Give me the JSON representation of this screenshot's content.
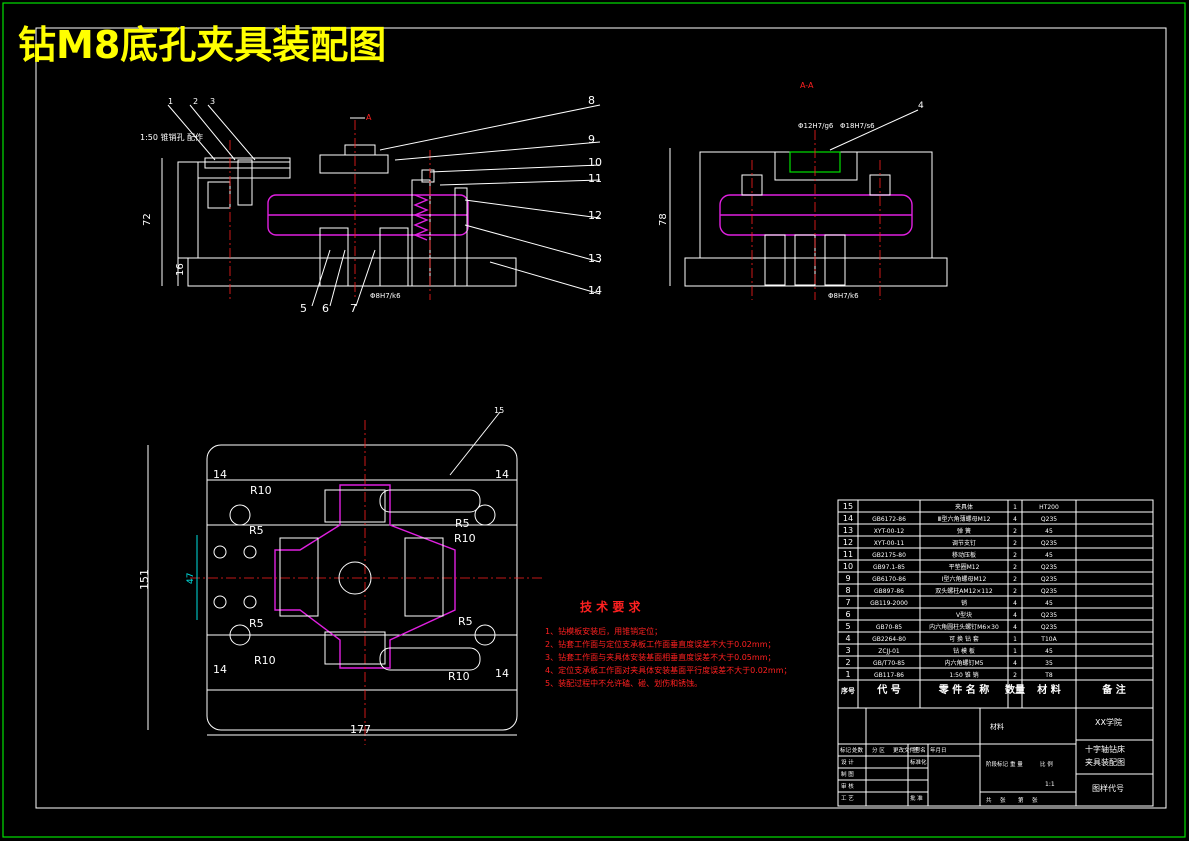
{
  "title": "钻M8底孔夹具装配图",
  "front_view": {
    "balloons": [
      "1",
      "2",
      "3",
      "8",
      "9",
      "10",
      "11",
      "12",
      "13",
      "14",
      "5",
      "6",
      "7"
    ],
    "note": "1:50 锥销孔 配作",
    "dim_72": "72",
    "dim_16": "16",
    "section_mark": "A",
    "fit_label": "Φ8H7/k6"
  },
  "side_view": {
    "section_title": "A-A",
    "fit1": "Φ12H7/g6",
    "fit2": "Φ18H7/s6",
    "balloon": "4",
    "dim_78": "78",
    "fit_bottom": "Φ8H7/k6"
  },
  "plan_view": {
    "balloon": "15",
    "dims": {
      "d14a": "14",
      "d14b": "14",
      "d14c": "14",
      "d14d": "14",
      "r10a": "R10",
      "r10b": "R10",
      "r10c": "R10",
      "r10d": "R10",
      "r5a": "R5",
      "r5b": "R5",
      "r5c": "R5",
      "r5d": "R5",
      "d151": "151",
      "d177": "177",
      "d47": "47"
    }
  },
  "tech_req": {
    "title": "技 术 要 求",
    "items": [
      "1、钻模板安装后，用锥销定位；",
      "2、钻套工作面与定位支承板工作面垂直度误差不大于0.02mm；",
      "3、钻套工作面与夹具体安装基面相垂直度误差不大于0.05mm；",
      "4、定位支承板工作面对夹具体安装基面平行度误差不大于0.02mm；",
      "5、装配过程中不允许磕、碰、划伤和锈蚀。"
    ]
  },
  "bom": {
    "rows": [
      [
        "15",
        "",
        "夹具体",
        "1",
        "HT200",
        ""
      ],
      [
        "14",
        "GB6172-86",
        "Ⅲ型六角薄螺母M12",
        "4",
        "Q235",
        ""
      ],
      [
        "13",
        "XYT-00-12",
        "弹 簧",
        "2",
        "45",
        ""
      ],
      [
        "12",
        "XYT-00-11",
        "调节支钉",
        "2",
        "Q235",
        ""
      ],
      [
        "11",
        "GB2175-80",
        "移动压板",
        "2",
        "45",
        ""
      ],
      [
        "10",
        "GB97.1-85",
        "平垫圈M12",
        "2",
        "Q235",
        ""
      ],
      [
        "9",
        "GB6170-86",
        "Ⅰ型六角螺母M12",
        "2",
        "Q235",
        ""
      ],
      [
        "8",
        "GB897-86",
        "双头螺柱AM12×112",
        "2",
        "Q235",
        ""
      ],
      [
        "7",
        "GB119-2000",
        "销",
        "4",
        "45",
        ""
      ],
      [
        "6",
        "",
        "V型块",
        "4",
        "Q235",
        ""
      ],
      [
        "5",
        "GB70-85",
        "内六角圆柱头螺钉M6×30",
        "4",
        "Q235",
        ""
      ],
      [
        "4",
        "GB2264-80",
        "可 换 钻 套",
        "1",
        "T10A",
        ""
      ],
      [
        "3",
        "ZCJJ-01",
        "钻 模 板",
        "1",
        "45",
        ""
      ],
      [
        "2",
        "GB/T70-85",
        "内六角螺钉M5",
        "4",
        "35",
        ""
      ],
      [
        "1",
        "GB117-86",
        "1:50 锥 销",
        "2",
        "T8",
        ""
      ]
    ],
    "header": [
      "序号",
      "代 号",
      "零 件 名 称",
      "数量",
      "材 料",
      "备 注"
    ]
  },
  "title_block": {
    "material": "材料",
    "school": "XX学院",
    "drawing_name_1": "十字轴钻床",
    "drawing_name_2": "夹具装配图",
    "drawing_no": "图样代号",
    "scale": "1:1",
    "labels": [
      "标记",
      "处数",
      "分 区",
      "更改文件号",
      "签 名",
      "年月日",
      "设 计",
      "标准化",
      "制 图",
      "审 核",
      "工 艺",
      "批 准",
      "阶段标记",
      "重 量",
      "比 例",
      "共",
      "张",
      "第",
      "张"
    ]
  }
}
